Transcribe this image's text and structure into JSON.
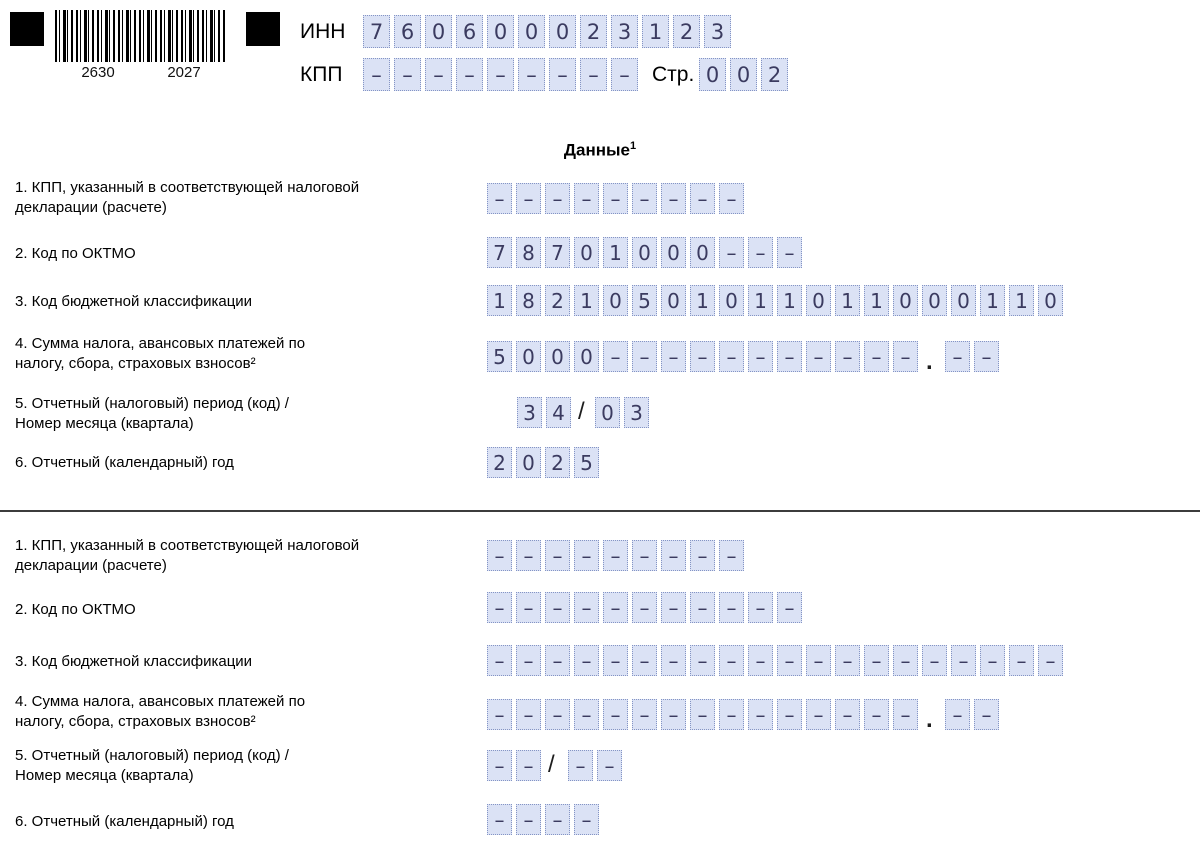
{
  "barcode": {
    "digits_left": "2630",
    "digits_right": "2027"
  },
  "header": {
    "inn_label": "ИНН",
    "inn": "760600023123",
    "kpp_label": "КПП",
    "kpp": "---------",
    "page_label": "Стр.",
    "page": "002"
  },
  "title": {
    "text": "Данные",
    "sup": "1"
  },
  "separators": {
    "decimal": ".",
    "slash": "/"
  },
  "sections": [
    {
      "rows": [
        {
          "label": "1. КПП, указанный в соответствующей налоговой\nдекларации (расчете)",
          "value": "---------"
        },
        {
          "label": "2. Код по ОКТМО",
          "value": "78701000---"
        },
        {
          "label": "3. Код бюджетной классификации",
          "value": "18210501011011000110"
        },
        {
          "label": "4. Сумма налога, авансовых платежей по\nналогу, сбора, страховых взносов²",
          "rub": "5000-----------",
          "kop": "--"
        },
        {
          "label": "5. Отчетный (налоговый) период (код) /\nНомер месяца (квартала)",
          "part1": "34",
          "part2": "03"
        },
        {
          "label": "6. Отчетный (календарный) год",
          "value": "2025"
        }
      ]
    },
    {
      "rows": [
        {
          "label": "1. КПП, указанный в соответствующей налоговой\nдекларации (расчете)",
          "value": "---------"
        },
        {
          "label": "2. Код по ОКТМО",
          "value": "-----------"
        },
        {
          "label": "3. Код бюджетной классификации",
          "value": "--------------------"
        },
        {
          "label": "4. Сумма налога, авансовых платежей по\nналогу, сбора, страховых взносов²",
          "rub": "---------------",
          "kop": "--"
        },
        {
          "label": "5. Отчетный (налоговый) период (код) /\nНомер месяца (квартала)",
          "part1": "--",
          "part2": "--"
        },
        {
          "label": "6. Отчетный (календарный) год",
          "value": "----"
        }
      ]
    }
  ]
}
